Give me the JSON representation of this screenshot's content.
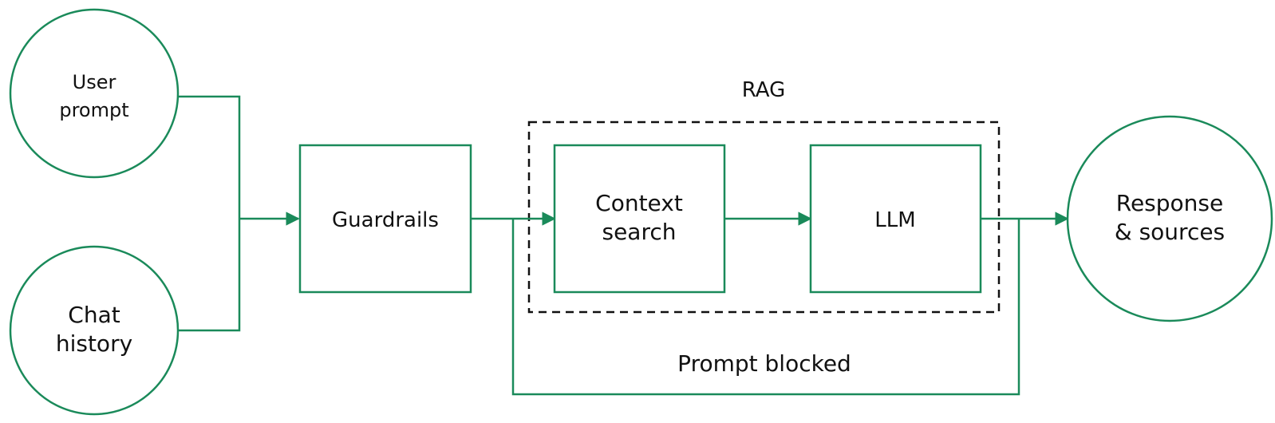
{
  "colors": {
    "accent": "#1a8a5a",
    "text": "#111111",
    "dashed": "#111111",
    "background": "#ffffff"
  },
  "nodes": {
    "user_prompt": {
      "line1": "User",
      "line2": "prompt"
    },
    "chat_history": {
      "line1": "Chat",
      "line2": "history"
    },
    "guardrails": {
      "label": "Guardrails"
    },
    "context_search": {
      "line1": "Context",
      "line2": "search"
    },
    "llm": {
      "label": "LLM"
    },
    "response": {
      "line1": "Response",
      "line2": "& sources"
    }
  },
  "group": {
    "label": "RAG"
  },
  "edges": {
    "blocked_label": "Prompt blocked"
  }
}
